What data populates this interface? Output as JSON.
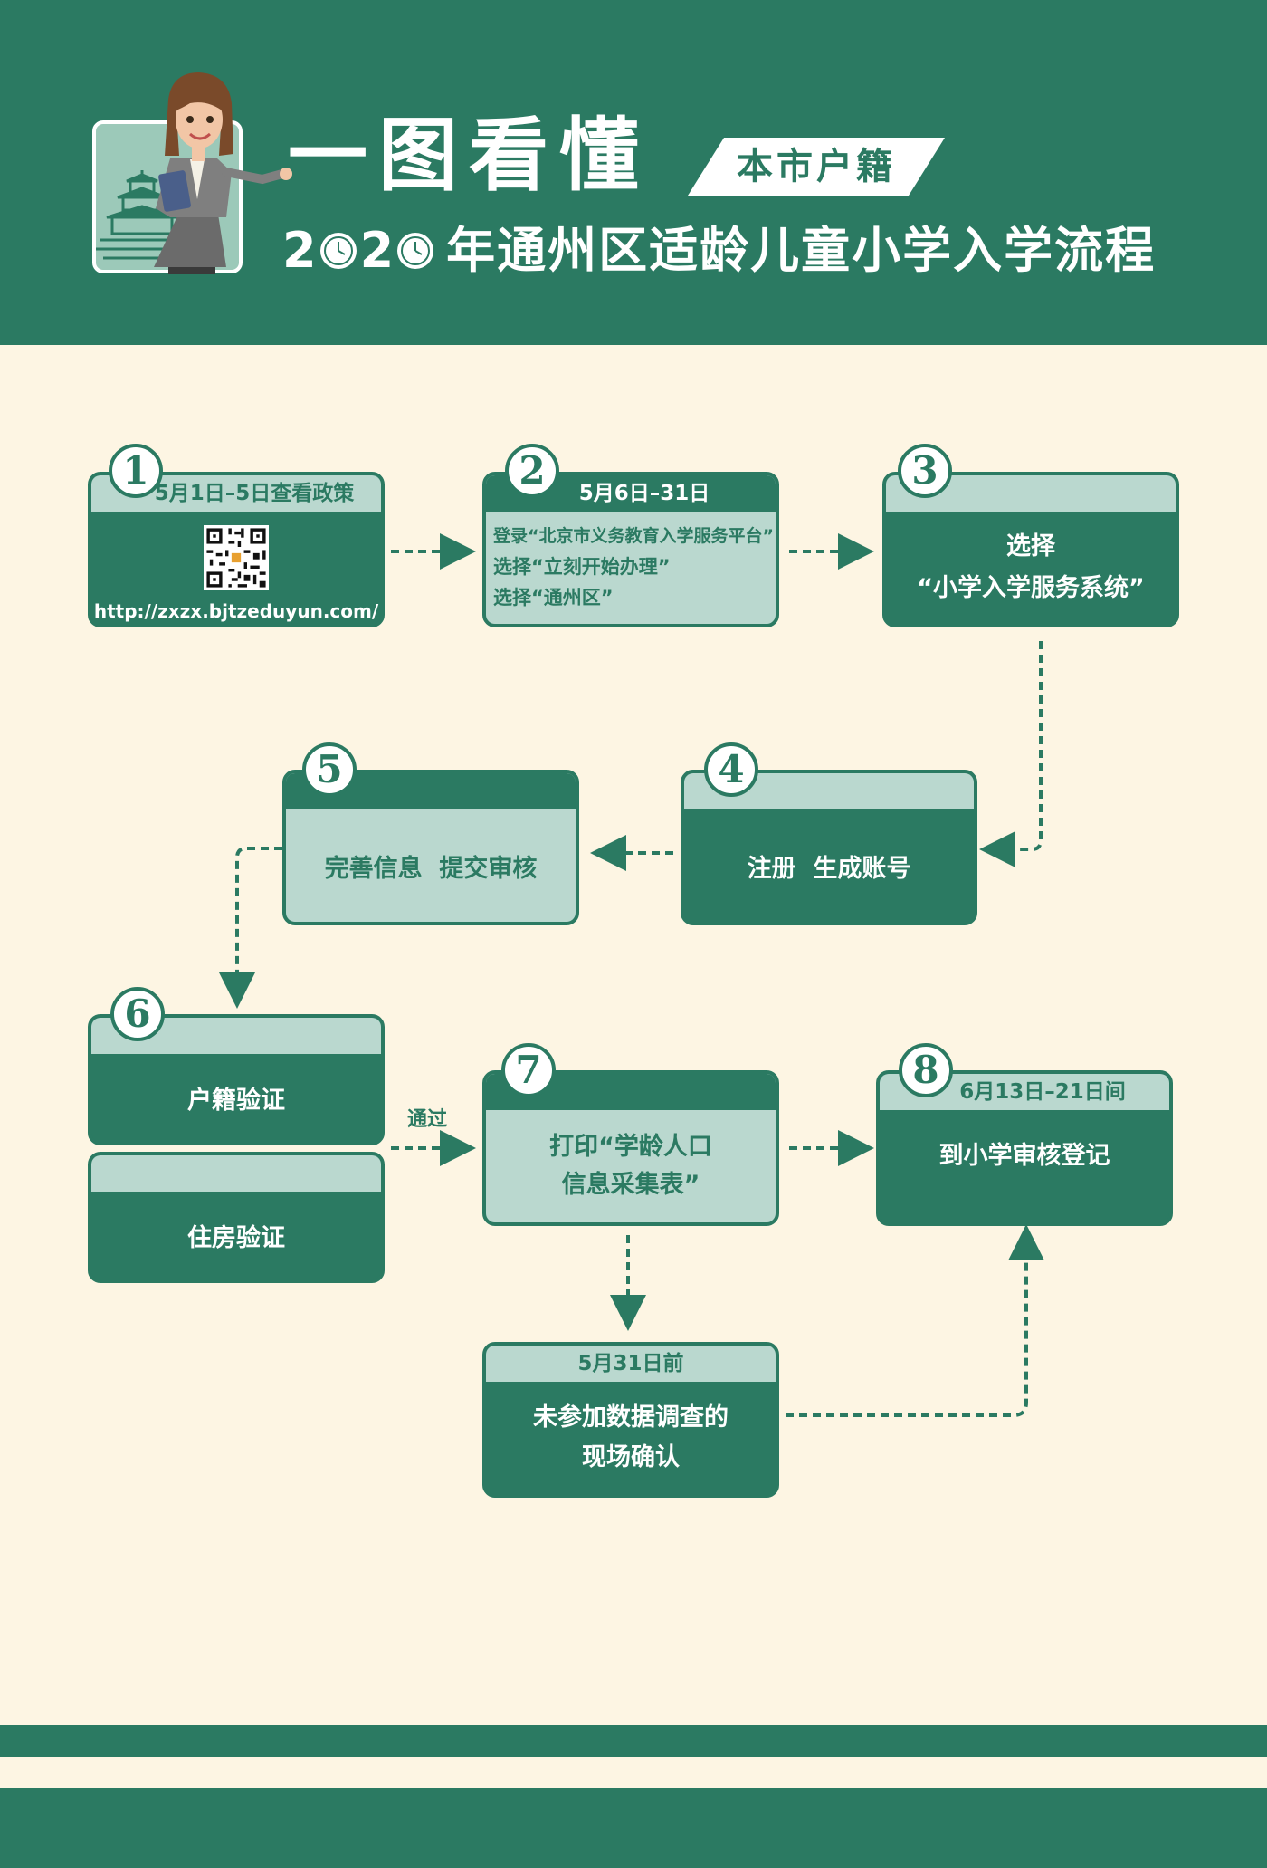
{
  "header": {
    "title_line1": "一图看懂",
    "badge": "本市户籍",
    "title_year_digit_a": "2",
    "title_year_digit_b": "2",
    "title_line2_rest": "年通州区适龄儿童小学入学流程"
  },
  "steps": {
    "s1": {
      "number": "1",
      "date": "5月1日–5日查看政策",
      "url": "http://zxzx.bjtzeduyun.com/"
    },
    "s2": {
      "number": "2",
      "date": "5月6日–31日",
      "lines": [
        "登录“北京市义务教育入学服务平台”",
        "选择“立刻开始办理”",
        "选择“通州区”"
      ]
    },
    "s3": {
      "number": "3",
      "lines": [
        "选择",
        "“小学入学服务系统”"
      ]
    },
    "s4": {
      "number": "4",
      "text": "注册  生成账号"
    },
    "s5": {
      "number": "5",
      "text": "完善信息  提交审核"
    },
    "s6": {
      "number": "6",
      "text": "户籍验证"
    },
    "s6b": {
      "text": "住房验证"
    },
    "s7": {
      "number": "7",
      "lines": [
        "打印“学龄人口",
        "信息采集表”"
      ]
    },
    "s8": {
      "number": "8",
      "date": "6月13日–21日间",
      "text": "到小学审核登记"
    },
    "s9": {
      "date": "5月31日前",
      "lines": [
        "未参加数据调查的",
        "现场确认"
      ]
    }
  },
  "pass_label": "通过",
  "colors": {
    "primary": "#2b7a62",
    "light": "#bad8cf",
    "background": "#fdf5e3",
    "white": "#ffffff"
  },
  "icons": [
    "teacher-illustration",
    "temple-icon",
    "clock-icon",
    "qr-code-icon"
  ]
}
